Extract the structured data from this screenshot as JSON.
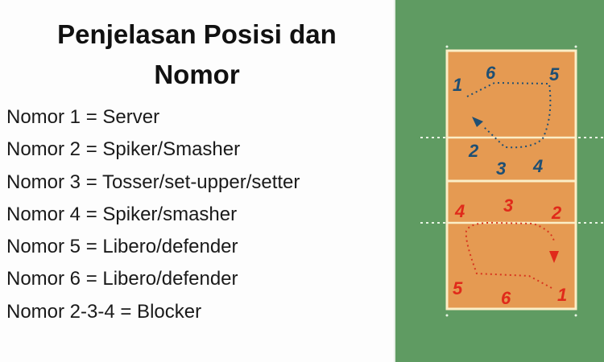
{
  "title": {
    "line1": "Penjelasan Posisi dan",
    "line2": "Nomor"
  },
  "positions": [
    "Nomor 1 = Server",
    "Nomor 2 = Spiker/Smasher",
    "Nomor 3 = Tosser/set-upper/setter",
    "Nomor 4 = Spiker/smasher",
    "Nomor 5 = Libero/defender",
    "Nomor 6 = Libero/defender",
    "Nomor 2-3-4 = Blocker"
  ],
  "court": {
    "colors": {
      "surround": "#5f9b62",
      "court": "#e59a52",
      "lines": "#fbeec7",
      "team_top": "#1f4f73",
      "team_bottom": "#e02a1a"
    },
    "top_team_numbers": [
      "1",
      "6",
      "5",
      "2",
      "3",
      "4"
    ],
    "bottom_team_numbers": [
      "4",
      "3",
      "2",
      "5",
      "6",
      "1"
    ]
  }
}
